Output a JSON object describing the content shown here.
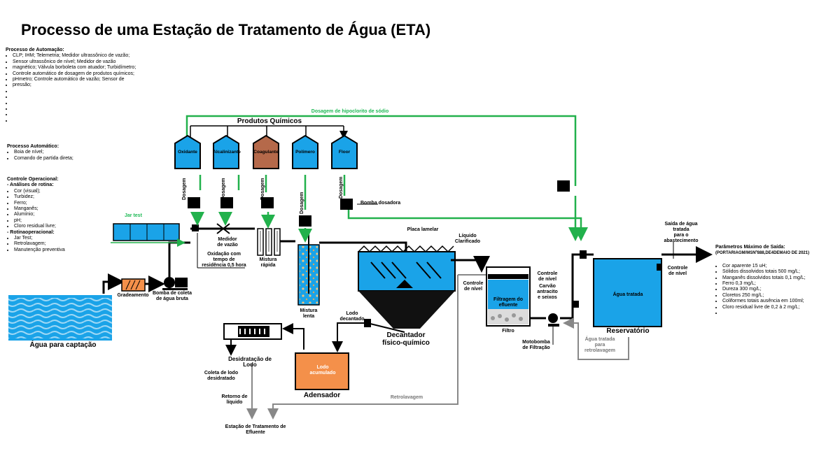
{
  "title": "Processo de uma Estação de Tratamento de Água (ETA)",
  "automation": {
    "heading": "Processo de Automação:",
    "items": [
      "CLP; IHM; Telemetria; Medidor ultrassônico de vazão;",
      "Sensor ultrassônico de nível; Medidor de vazão",
      "magnético; Válvula borboleta com atuador; Turbidímetro;",
      "Controle automático de dosagem de produtos químicos;",
      "pHmetro; Controle automático de vazão; Sensor de",
      "pressão;",
      "",
      "",
      "",
      "",
      "",
      ""
    ]
  },
  "automatic": {
    "heading": "Processo Automático:",
    "items": [
      "Boia de nível;",
      "Comando de partida direta;"
    ]
  },
  "operational": {
    "heading": "Controle Operacional:",
    "sub1": "- Análises de rotina:",
    "routine": [
      "Cor (visual);",
      "Turbidez;",
      "Ferro;",
      "Manganês;",
      "Alumínio;",
      "pH;",
      "Cloro residual livre;"
    ],
    "sub2": "- Rotinaoperacional:",
    "ops": [
      "Jar Test;",
      "Retrolavagem;",
      "Manutenção preventiva"
    ]
  },
  "chemicals": {
    "title": "Produtos Químicos",
    "hypochlorite": "Dosagem de hipoclorito de sódio",
    "tanks": [
      {
        "label": "Oxidante",
        "color": "#1aa3e8"
      },
      {
        "label": "Alcalinizante",
        "color": "#1aa3e8"
      },
      {
        "label": "Coagulante",
        "color": "#b5694a"
      },
      {
        "label": "Polímero",
        "color": "#1aa3e8"
      },
      {
        "label": "Floor",
        "color": "#1aa3e8"
      }
    ],
    "dosing": "Dosagem",
    "pump": "Bomba dosadora"
  },
  "labels": {
    "jar_test": "Jar test",
    "flow_meter": "Medidor\nde vazão",
    "oxidation": "Oxidação com\ntempo de\nresidência 0,5 hora",
    "fast_mix": "Mistura\nrápida",
    "slow_mix": "Mistura\nlenta",
    "lamella": "Placa lamelar",
    "clarified": "Líquido\nClarificado",
    "decanter": "Decantador\nfísico-químico",
    "sludge_decanted": "Lodo\ndecantado",
    "level_control_left": "Controle\nde nível",
    "level_control_filter": "Controle\nde nível",
    "carbon": "Carvão\nantracito\ne seixos",
    "filtering": "Filtragem do\nefluente",
    "filter": "Filtro",
    "filter_pump": "Motobomba\nde Filtração",
    "backwash_water": "Água tratada\npara\nretrolavagem",
    "reservoir_water": "Água tratada",
    "reservoir": "Reservatório",
    "level_control_res": "Controle\nde nível",
    "exit": "Saída de água\ntratada\npara o\nabastecimento",
    "capture": "Água para captação",
    "grating": "Gradeamento",
    "raw_pump": "Bomba de coleta\nde água bruta",
    "dewater": "Desidratação de\nLodo",
    "collect": "Coleta de lodo\ndesidratado",
    "return": "Retorno de\nlíquido",
    "effluent": "Estação de Tratamento de\nEfluente",
    "thickener_inside": "Lodo\nacumulado",
    "thickener": "Adensador",
    "backwash": "Retrolavagem"
  },
  "params": {
    "heading": "Parâmetros Máximo de Saída:",
    "sub": "(PORTARIAGM/MSNº888,DE4DEMAIO DE 2021)",
    "items": [
      "Cor aparente 15 uH;",
      "Sólidos dissolvidos totais 500 mg/L;",
      "Manganês dissolvidos totais 0,1 mg/L;",
      "Ferro 0,3 mg/L;",
      "Dureza 300 mg/L;",
      "Cloretos 250 mg/L;",
      "Coliformes totais ausência em 100ml;",
      "Cloro residual livre de 0,2 à 2 mg/L;",
      ""
    ]
  },
  "colors": {
    "water": "#1aa3e8",
    "green_line": "#22b14c",
    "gray_line": "#888888",
    "sludge": "#f4904a"
  }
}
